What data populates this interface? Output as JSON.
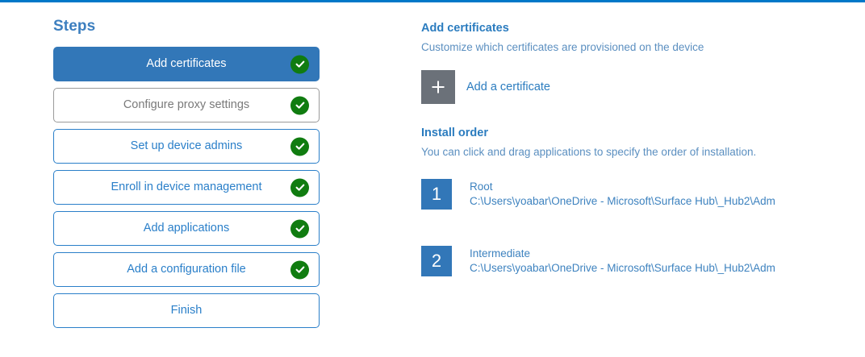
{
  "theme": {
    "accent_bar": "#0078c8",
    "primary_blue": "#2a7fc9",
    "selected_blue": "#3277b8",
    "check_green": "#107c10",
    "muted_gray": "#7a7a7a",
    "tile_gray": "#6b7179"
  },
  "steps_pane": {
    "heading": "Steps",
    "items": [
      {
        "label": "Add certificates",
        "state": "selected",
        "completed": true
      },
      {
        "label": "Configure proxy settings",
        "state": "muted",
        "completed": true
      },
      {
        "label": "Set up device admins",
        "state": "default",
        "completed": true
      },
      {
        "label": "Enroll in device management",
        "state": "default",
        "completed": true
      },
      {
        "label": "Add applications",
        "state": "default",
        "completed": true
      },
      {
        "label": "Add a configuration file",
        "state": "default",
        "completed": true
      },
      {
        "label": "Finish",
        "state": "default",
        "completed": false
      }
    ]
  },
  "detail_pane": {
    "certificates": {
      "title": "Add certificates",
      "subtitle": "Customize which certificates are provisioned on the device",
      "add_button_label": "Add a certificate",
      "add_button_icon": "plus-icon"
    },
    "install_order": {
      "title": "Install order",
      "subtitle": "You can click and drag applications to specify the order of installation.",
      "items": [
        {
          "number": "1",
          "name": "Root",
          "path": "C:\\Users\\yoabar\\OneDrive - Microsoft\\Surface Hub\\_Hub2\\Adm"
        },
        {
          "number": "2",
          "name": "Intermediate",
          "path": "C:\\Users\\yoabar\\OneDrive - Microsoft\\Surface Hub\\_Hub2\\Adm"
        }
      ]
    }
  }
}
